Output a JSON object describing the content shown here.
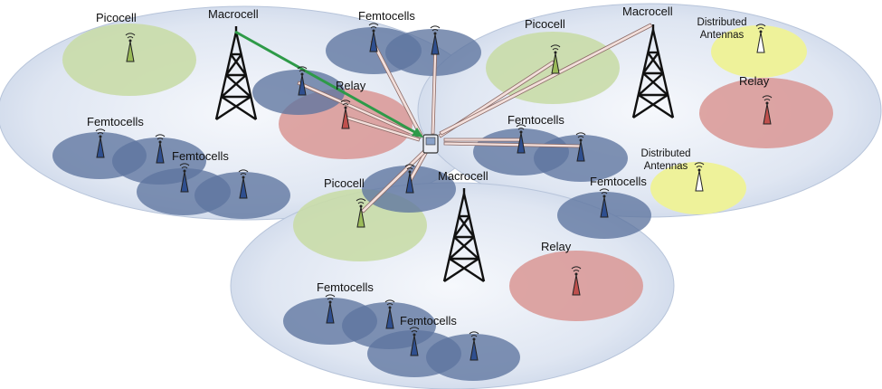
{
  "labels": {
    "picocell_1": "Picocell",
    "picocell_2": "Picocell",
    "picocell_3": "Picocell",
    "macrocell_1": "Macrocell",
    "macrocell_2": "Macrocell",
    "macrocell_3": "Macrocell",
    "femtocells_top": "Femtocells",
    "femtocells_left_1": "Femtocells",
    "femtocells_left_2": "Femtocells",
    "femtocells_right_1": "Femtocells",
    "femtocells_right_2": "Femtocells",
    "femtocells_bottom_1": "Femtocells",
    "femtocells_bottom_2": "Femtocells",
    "relay_1": "Relay",
    "relay_2": "Relay",
    "relay_3": "Relay",
    "das_1_line1": "Distributed",
    "das_1_line2": "Antennas",
    "das_2_line1": "Distributed",
    "das_2_line2": "Antennas"
  },
  "colors": {
    "macro_cell_fill": "#dbe3f0",
    "picocell_fill": "#c9dba8",
    "femtocell_fill": "#5e749f",
    "relay_fill": "#d99694",
    "das_fill": "#eef29a",
    "link_arrow": "#f0dcd8",
    "backhaul_arrow": "#2e9a48",
    "tower": "#111111"
  }
}
